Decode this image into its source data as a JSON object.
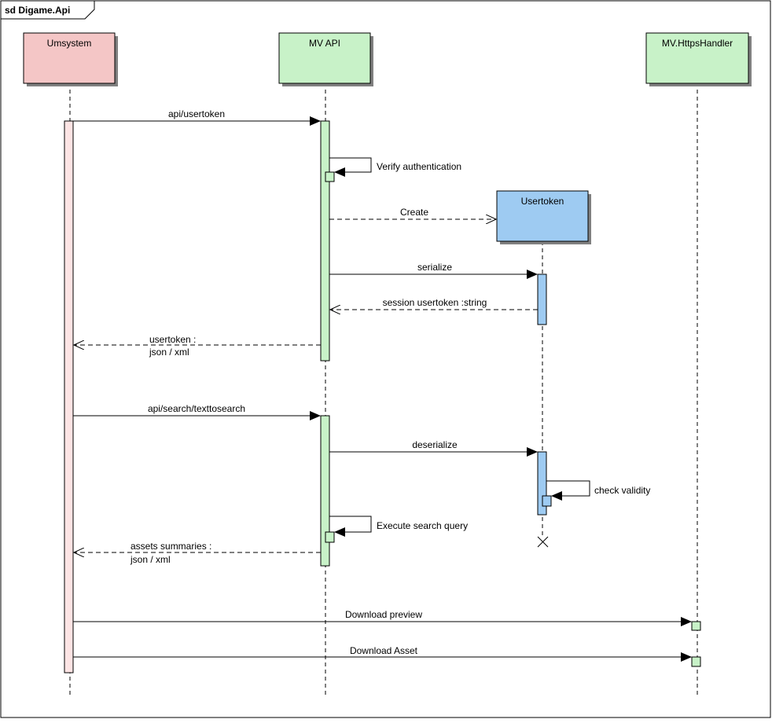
{
  "frame": {
    "title": "sd Digame.Api"
  },
  "lifelines": [
    {
      "id": "umsystem",
      "name": "Umsystem",
      "fill": "#f4c6c6"
    },
    {
      "id": "mvapi",
      "name": "MV API",
      "fill": "#c8f2c8"
    },
    {
      "id": "usertoken",
      "name": "Usertoken",
      "fill": "#9ecbf2"
    },
    {
      "id": "httpshandler",
      "name": "MV.HttpsHandler",
      "fill": "#c8f2c8"
    }
  ],
  "messages": [
    {
      "id": "m1",
      "from": "umsystem",
      "to": "mvapi",
      "kind": "sync",
      "label": [
        "api/usertoken"
      ]
    },
    {
      "id": "m2",
      "from": "mvapi",
      "to": "mvapi",
      "kind": "self",
      "label": [
        "Verify authentication"
      ]
    },
    {
      "id": "m3",
      "from": "mvapi",
      "to": "usertoken",
      "kind": "create",
      "label": [
        "Create"
      ]
    },
    {
      "id": "m4",
      "from": "mvapi",
      "to": "usertoken",
      "kind": "sync",
      "label": [
        "serialize"
      ]
    },
    {
      "id": "m5",
      "from": "usertoken",
      "to": "mvapi",
      "kind": "reply",
      "label": [
        "session usertoken :string"
      ]
    },
    {
      "id": "m6",
      "from": "mvapi",
      "to": "umsystem",
      "kind": "reply",
      "label": [
        "usertoken :",
        "json / xml"
      ]
    },
    {
      "id": "m7",
      "from": "umsystem",
      "to": "mvapi",
      "kind": "sync",
      "label": [
        "api/search/texttosearch"
      ]
    },
    {
      "id": "m8",
      "from": "mvapi",
      "to": "usertoken",
      "kind": "sync",
      "label": [
        "deserialize"
      ]
    },
    {
      "id": "m9",
      "from": "usertoken",
      "to": "usertoken",
      "kind": "self",
      "label": [
        "check validity"
      ]
    },
    {
      "id": "m10",
      "from": "mvapi",
      "to": "mvapi",
      "kind": "self",
      "label": [
        "Execute search query"
      ]
    },
    {
      "id": "m11",
      "from": "mvapi",
      "to": "umsystem",
      "kind": "reply",
      "label": [
        "assets summaries :",
        "json / xml"
      ]
    },
    {
      "id": "m12",
      "from": "umsystem",
      "to": "httpshandler",
      "kind": "sync",
      "label": [
        "Download preview"
      ]
    },
    {
      "id": "m13",
      "from": "umsystem",
      "to": "httpshandler",
      "kind": "sync",
      "label": [
        "Download Asset"
      ]
    }
  ],
  "colors": {
    "umsystem_activation": "#fde4e4",
    "green_activation": "#c8f2c8",
    "blue_activation": "#9ecbf2",
    "line": "#000000",
    "shadow": "#808080"
  }
}
